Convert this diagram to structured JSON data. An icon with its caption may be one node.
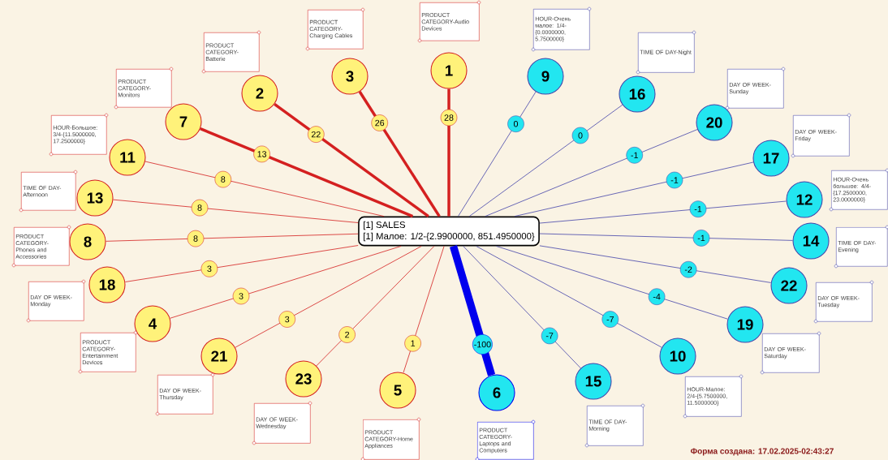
{
  "diagram": {
    "nodes": [
      {
        "text": [
          "[1] SALES",
          "[1] Малое: 1/2-{2.9900000, 851.4950000}"
        ]
      },
      {
        "text": [
          "1"
        ],
        "beside": [
          "PRODUCT CATEGORY-Audio Devices"
        ]
      },
      {
        "text": [
          "3"
        ],
        "beside": [
          "PRODUCT CATEGORY-Charging Cables"
        ]
      },
      {
        "text": [
          "2"
        ],
        "beside": [
          "PRODUCT CATEGORY-Batterie"
        ]
      },
      {
        "text": [
          "7"
        ],
        "beside": [
          "PRODUCT CATEGORY-Monitors"
        ]
      },
      {
        "text": [
          "11"
        ],
        "beside": [
          "HOUR-Большое: 3/4-{11.5000000, 17.2500000}"
        ]
      },
      {
        "text": [
          "13"
        ],
        "beside": [
          "TIME OF DAY-Afternoon"
        ]
      },
      {
        "text": [
          "8"
        ],
        "beside": [
          "PRODUCT CATEGORY-Phones and Accessories"
        ]
      },
      {
        "text": [
          "18"
        ],
        "beside": [
          "DAY OF WEEK-Monday"
        ]
      },
      {
        "text": [
          "4"
        ],
        "beside": [
          "PRODUCT CATEGORY-Entertainment Devices"
        ]
      },
      {
        "text": [
          "21"
        ],
        "beside": [
          "DAY OF WEEK-Thursday"
        ]
      },
      {
        "text": [
          "23"
        ],
        "beside": [
          "DAY OF WEEK-Wednesday"
        ]
      },
      {
        "text": [
          "5"
        ],
        "beside": [
          "PRODUCT CATEGORY-Home Appliances"
        ]
      },
      {
        "text": [
          "6"
        ],
        "beside": [
          "PRODUCT CATEGORY-Laptops and Computers"
        ]
      },
      {
        "text": [
          "15"
        ],
        "beside": [
          "TIME OF DAY-Morning"
        ]
      },
      {
        "text": [
          "10"
        ],
        "beside": [
          "HOUR-Малое: 2/4-{5.7500000, 11.5000000}"
        ]
      },
      {
        "text": [
          "19"
        ],
        "beside": [
          "DAY OF WEEK-Saturday"
        ]
      },
      {
        "text": [
          "22"
        ],
        "beside": [
          "DAY OF WEEK-Tuesday"
        ]
      },
      {
        "text": [
          "14"
        ],
        "beside": [
          "TIME OF DAY-Evening"
        ]
      },
      {
        "text": [
          "12"
        ],
        "beside": [
          "HOUR-Очень большое: 4/4-{17.2500000, 23.0000000}"
        ]
      },
      {
        "text": [
          "17"
        ],
        "beside": [
          "DAY OF WEEK-Friday"
        ]
      },
      {
        "text": [
          "20"
        ],
        "beside": [
          "DAY OF WEEK-Sunday"
        ]
      },
      {
        "text": [
          "16"
        ],
        "beside": [
          "TIME OF DAY-Night"
        ]
      },
      {
        "text": [
          "9"
        ],
        "beside": [
          "HOUR-Очень малое: 1/4-{0.0000000, 5.7500000}"
        ]
      }
    ],
    "edges": [
      {
        "from": 0,
        "to": 1,
        "arrow": "none",
        "label": "28",
        "style": "thick"
      },
      {
        "from": 0,
        "to": 2,
        "arrow": "none",
        "label": "26",
        "style": "thick"
      },
      {
        "from": 0,
        "to": 3,
        "arrow": "none",
        "label": "22",
        "style": "thick"
      },
      {
        "from": 0,
        "to": 4,
        "arrow": "none",
        "label": "13",
        "style": "thick"
      },
      {
        "from": 0,
        "to": 5,
        "arrow": "none",
        "label": "8"
      },
      {
        "from": 0,
        "to": 6,
        "arrow": "none",
        "label": "8"
      },
      {
        "from": 0,
        "to": 7,
        "arrow": "none",
        "label": "8"
      },
      {
        "from": 0,
        "to": 8,
        "arrow": "none",
        "label": "3"
      },
      {
        "from": 0,
        "to": 9,
        "arrow": "none",
        "label": "3"
      },
      {
        "from": 0,
        "to": 10,
        "arrow": "none",
        "label": "3"
      },
      {
        "from": 0,
        "to": 11,
        "arrow": "none",
        "label": "2"
      },
      {
        "from": 0,
        "to": 12,
        "arrow": "none",
        "label": "1"
      },
      {
        "from": 0,
        "to": 13,
        "arrow": "none",
        "label": "-100",
        "style": "thick",
        "color": "#0000ee"
      },
      {
        "from": 0,
        "to": 14,
        "arrow": "none",
        "label": "-7",
        "color": "#4444aa"
      },
      {
        "from": 0,
        "to": 15,
        "arrow": "none",
        "label": "-7",
        "color": "#4444aa"
      },
      {
        "from": 0,
        "to": 16,
        "arrow": "none",
        "label": "-4",
        "color": "#4444aa"
      },
      {
        "from": 0,
        "to": 17,
        "arrow": "none",
        "label": "-2",
        "color": "#4444aa"
      },
      {
        "from": 0,
        "to": 18,
        "arrow": "none",
        "label": "-1",
        "color": "#4444aa"
      },
      {
        "from": 0,
        "to": 19,
        "arrow": "none",
        "label": "-1",
        "color": "#4444aa"
      },
      {
        "from": 0,
        "to": 20,
        "arrow": "none",
        "label": "-1",
        "color": "#4444aa"
      },
      {
        "from": 0,
        "to": 21,
        "arrow": "none",
        "label": "-1",
        "color": "#4444aa"
      },
      {
        "from": 0,
        "to": 22,
        "arrow": "none",
        "label": "0",
        "color": "#4444aa"
      },
      {
        "from": 0,
        "to": 23,
        "arrow": "none",
        "label": "0",
        "color": "#4444aa"
      }
    ],
    "labels": [
      "Форма создана: 17.02.2025-02:43:27"
    ]
  }
}
